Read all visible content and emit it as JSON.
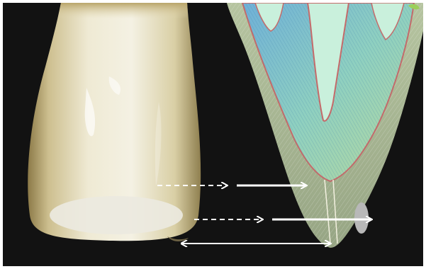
{
  "image": {
    "description_tag": "",
    "colors": {
      "background": "#121212",
      "enamel_light": "#f1efe1",
      "enamel_mid": "#d8d0a8",
      "enamel_dark": "#9c8a55",
      "incisal_oval": "#e9e7dd",
      "section_enamel": "#cfe0c0",
      "dentin_blue": "#7fb6d6",
      "dentin_green": "#9fd0b0",
      "pulp": "#c8f0dc",
      "arrow": "#ffffff",
      "ellipse_marker": "#b9b9b9"
    },
    "arrows": [
      {
        "name": "dashed-arrow-upper",
        "style": "dashed"
      },
      {
        "name": "solid-arrow-upper",
        "style": "solid"
      },
      {
        "name": "dashed-arrow-lower",
        "style": "dashed"
      },
      {
        "name": "solid-arrow-lower",
        "style": "solid"
      },
      {
        "name": "double-arrow-bottom",
        "style": "solid-double"
      }
    ]
  }
}
